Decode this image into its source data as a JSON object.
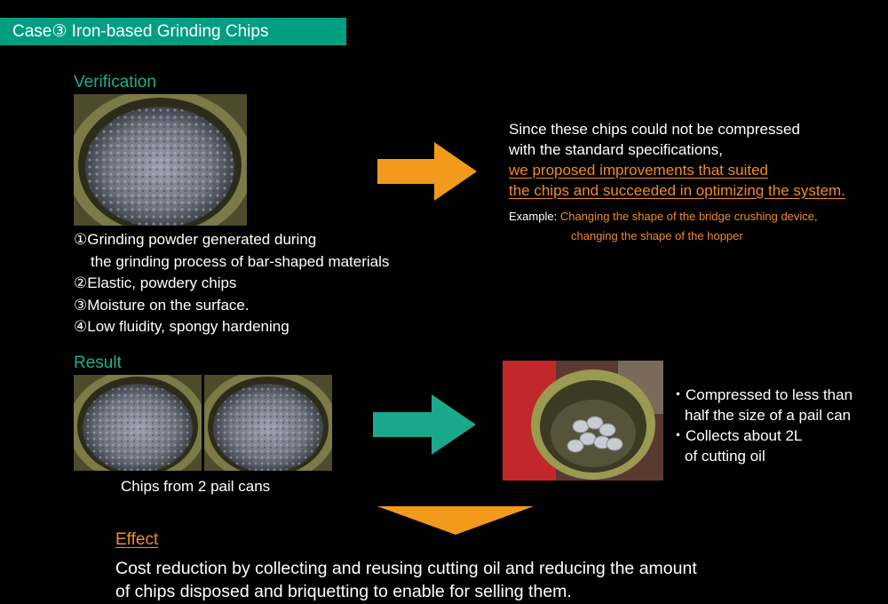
{
  "header": {
    "title": "Case③ Iron-based Grinding Chips"
  },
  "verification": {
    "heading": "Verification",
    "points": [
      "①Grinding powder generated during",
      "the grinding process of bar-shaped materials",
      "②Elastic, powdery chips",
      "③Moisture on the surface.",
      "④Low fluidity, spongy hardening"
    ]
  },
  "proposal": {
    "line1": "Since these chips could not be compressed",
    "line2": "with the standard specifications,",
    "highlight1": "we proposed improvements that suited",
    "highlight2": "the chips and succeeded in optimizing the system.",
    "example_label": "Example:",
    "example_line1": "Changing the shape of the bridge crushing device,",
    "example_line2": "changing the shape of the hopper"
  },
  "result": {
    "heading": "Result",
    "caption": "Chips from 2 pail cans",
    "bullets": [
      "・Compressed to less than",
      "half the size of a pail can",
      "・Collects about 2L",
      "of cutting oil"
    ]
  },
  "effect": {
    "heading": "Effect",
    "line1": "Cost reduction by collecting and reusing cutting oil and reducing the amount",
    "line2": "of chips disposed and briquetting to enable for selling them."
  },
  "colors": {
    "green_bar": "#009e80",
    "green_text": "#1ab08e",
    "orange": "#f08a24",
    "teal_arrow": "#1aa88a"
  }
}
